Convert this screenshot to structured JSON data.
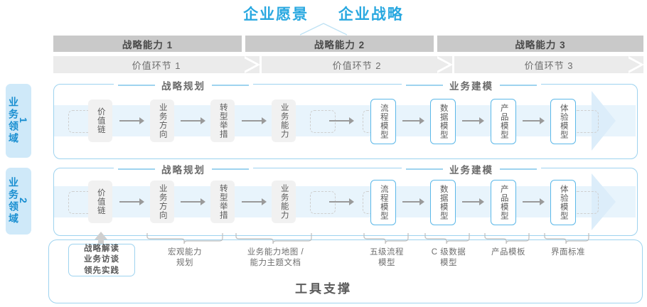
{
  "header": {
    "title_left": "企业愿景",
    "title_right": "企业战略",
    "capabilities": [
      "战略能力 1",
      "战略能力 2",
      "战略能力 3"
    ],
    "value_links": [
      "价值环节 1",
      "价值环节 2",
      "价值环节 3"
    ]
  },
  "colors": {
    "accent_blue": "#29a8e0",
    "box_blue_border": "#5cb8e8",
    "band_fill": "#e8f4fc",
    "cap_bar": "#c9c9c9",
    "val_bar": "#ebebeb",
    "gray_box": "#f1f1f1",
    "domain_tag": "#cfe9f9"
  },
  "domains": [
    {
      "label_text": "业务领域",
      "label_num": "1"
    },
    {
      "label_text": "业务领域",
      "label_num": "2"
    }
  ],
  "sections": {
    "planning": "战略规划",
    "modeling": "业务建模"
  },
  "process": {
    "planning_steps": [
      "价值链",
      "业务方向",
      "转型举措",
      "业务能力"
    ],
    "modeling_steps": [
      "流程模型",
      "数据模型",
      "产品模型",
      "体验模型"
    ]
  },
  "tools": {
    "title": "工具支撑",
    "highlight_box": [
      "战略解读",
      "业务访谈",
      "领先实践"
    ],
    "labels": [
      "宏观能力\n规划",
      "业务能力地图 /\n能力主题文档",
      "五级流程\n模型",
      "C 级数据\n模型",
      "产品模板",
      "界面标准"
    ]
  }
}
